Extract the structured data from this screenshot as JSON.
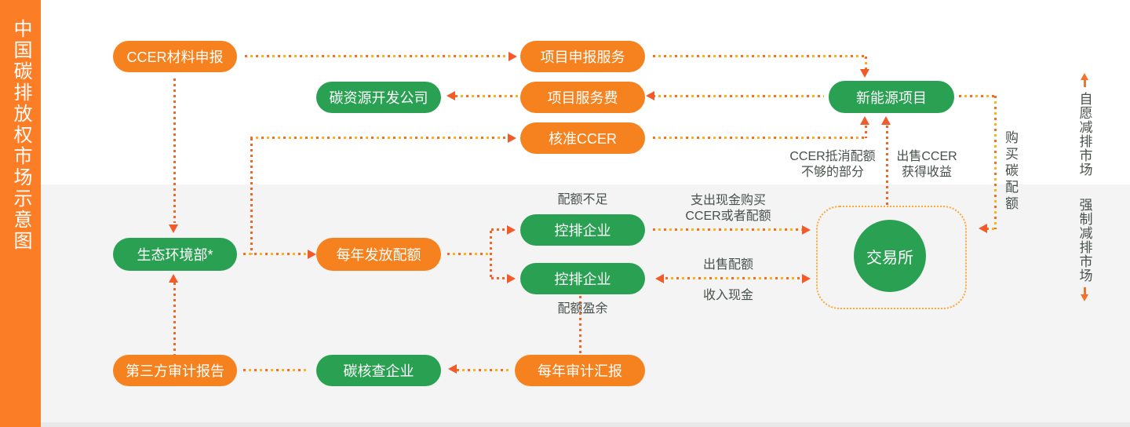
{
  "sidebar": {
    "title": "中国碳排放权市场示意图"
  },
  "markets": {
    "voluntary": "自愿减排市场",
    "compliance": "强制减排市场"
  },
  "nodes": {
    "ccer_application": "CCER材料申报",
    "project_declaration_service": "项目申报服务",
    "carbon_resource_dev_company": "碳资源开发公司",
    "project_service_fee": "项目服务费",
    "approved_ccer": "核准CCER",
    "new_energy_project": "新能源项目",
    "ministry_of_ecology": "生态环境部*",
    "annual_quota_issuance": "每年发放配额",
    "controlled_enterprise_deficit": "控排企业",
    "controlled_enterprise_surplus": "控排企业",
    "exchange": "交易所",
    "third_party_audit_report": "第三方审计报告",
    "carbon_verification_company": "碳核查企业",
    "annual_audit_report": "每年审计汇报"
  },
  "labels": {
    "quota_shortage": "配额不足",
    "quota_surplus": "配额盈余",
    "spend_cash_line1": "支出现金购买",
    "spend_cash_line2": "CCER或者配额",
    "sell_quota": "出售配额",
    "income_cash": "收入现金",
    "ccer_offset_line1": "CCER抵消配额",
    "ccer_offset_line2": "不够的部分",
    "sell_ccer_line1": "出售CCER",
    "sell_ccer_line2": "获得收益",
    "buy_carbon_quota": "购买碳配额"
  },
  "colors": {
    "pill_orange": "#F5821F",
    "pill_green": "#2AA152",
    "sidebar_orange": "#FB7D26",
    "dot_yellow": "#FCB316",
    "dot_orange": "#F37121",
    "arrowhead": "#F15A29",
    "label_text": "#47514B",
    "section_gray": "#F4F4F4"
  }
}
